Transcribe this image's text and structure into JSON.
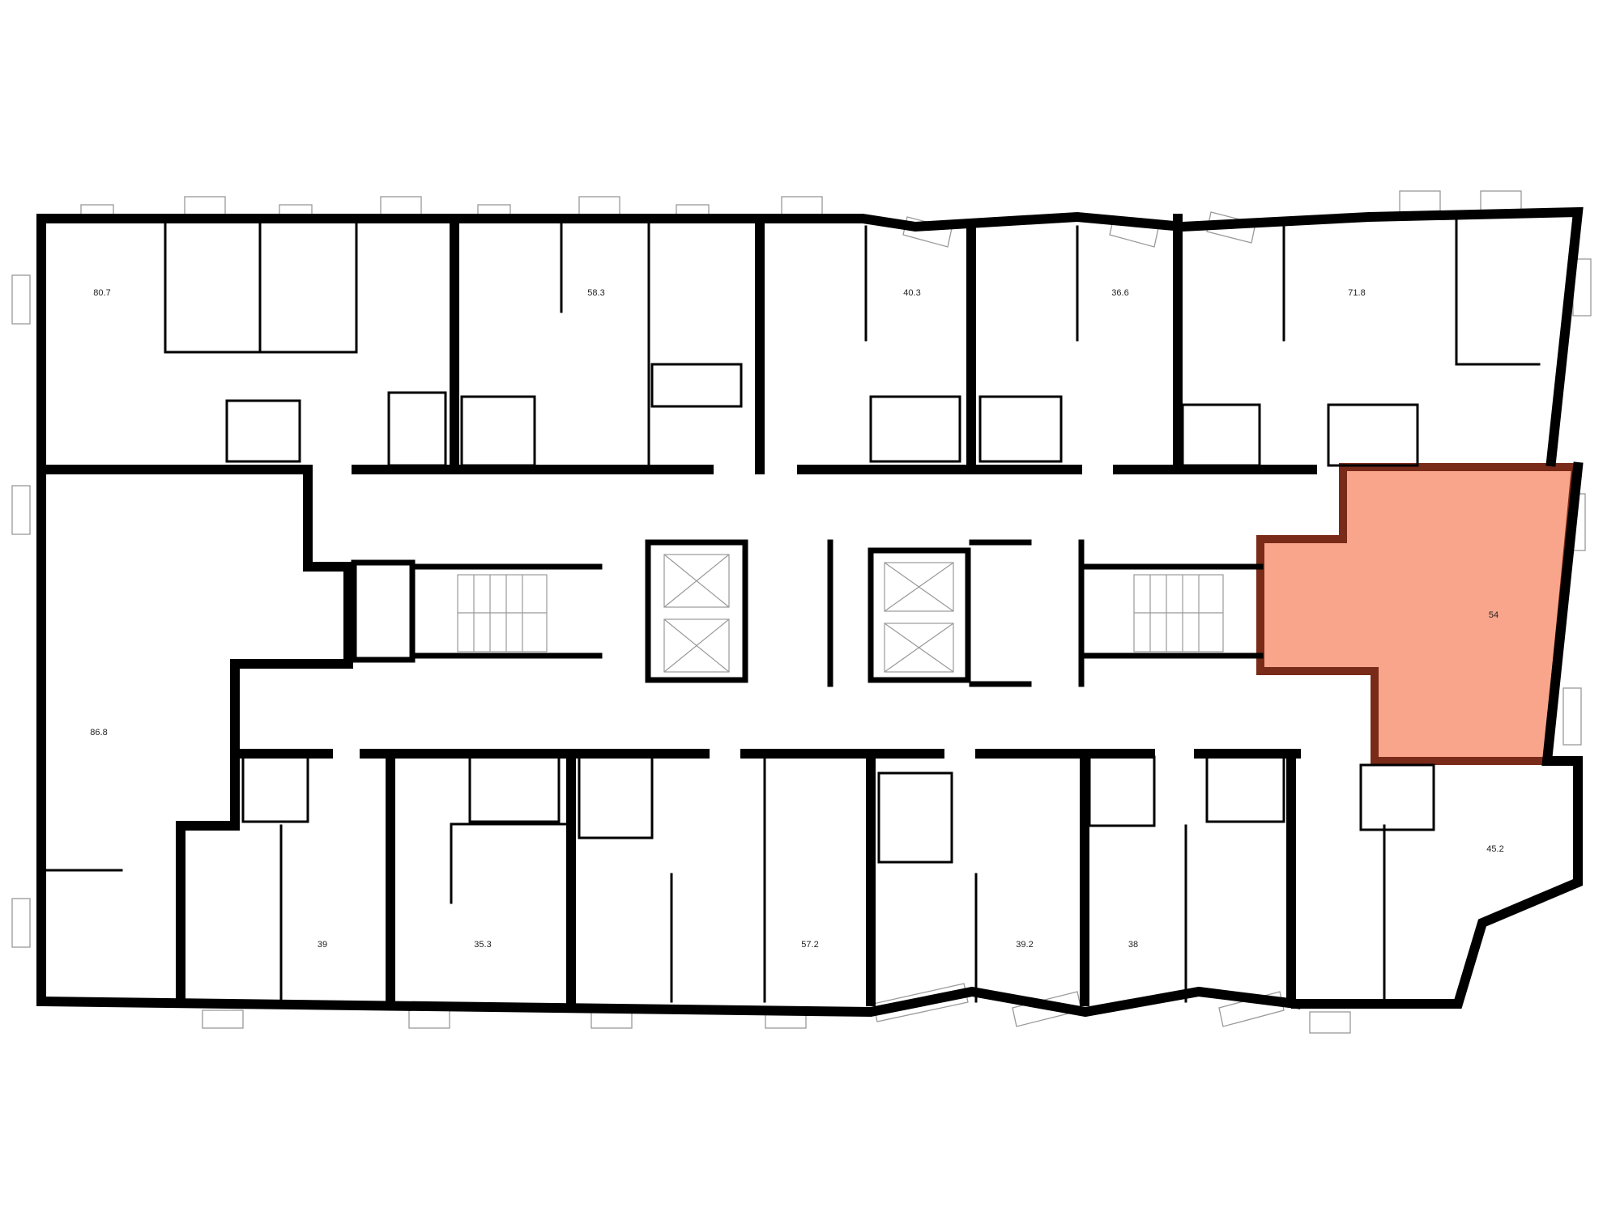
{
  "floor_plan": {
    "highlight_color": "#f9a58c",
    "highlight_border_color": "#7a2a18",
    "selected_unit": {
      "area": "54"
    },
    "units_top": [
      {
        "id": "t1",
        "area": "80.7"
      },
      {
        "id": "t2",
        "area": "58.3"
      },
      {
        "id": "t3",
        "area": "40.3"
      },
      {
        "id": "t4",
        "area": "36.6"
      },
      {
        "id": "t5",
        "area": "71.8"
      }
    ],
    "units_bottom": [
      {
        "id": "b1",
        "area": "86.8"
      },
      {
        "id": "b2",
        "area": "39"
      },
      {
        "id": "b3",
        "area": "35.3"
      },
      {
        "id": "b4",
        "area": "57.2"
      },
      {
        "id": "b5",
        "area": "39.2"
      },
      {
        "id": "b6",
        "area": "38"
      },
      {
        "id": "b7",
        "area": "45.2"
      }
    ]
  }
}
